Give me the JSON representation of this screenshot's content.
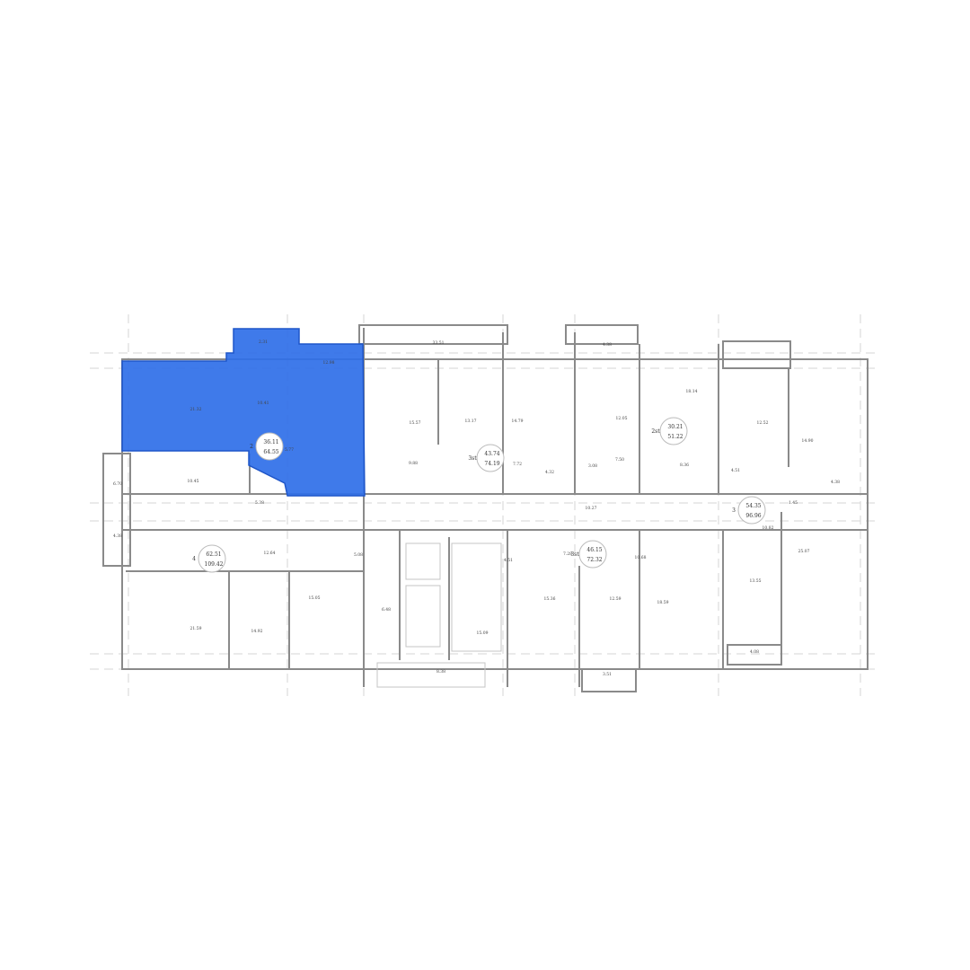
{
  "highlight_color": "#2f6fe8",
  "highlighted_apartment": {
    "rooms": 2,
    "living_area": "36.11",
    "total_area": "64.55"
  },
  "apartments": [
    {
      "rooms": "2",
      "living": "36.11",
      "total": "64.55"
    },
    {
      "rooms": "3st",
      "living": "43.74",
      "total": "74.19"
    },
    {
      "rooms": "2st",
      "living": "30.21",
      "total": "51.22"
    },
    {
      "rooms": "4",
      "living": "62.51",
      "total": "109.42"
    },
    {
      "rooms": "3st",
      "living": "46.15",
      "total": "72.32"
    },
    {
      "rooms": "3",
      "living": "54.35",
      "total": "96.96"
    }
  ],
  "room_areas": [
    "21.32",
    "10.41",
    "12.98",
    "5.77",
    "2.31",
    "15.57",
    "9.88",
    "13.17",
    "14.79",
    "7.72",
    "4.32",
    "12.05",
    "4.38",
    "18.14",
    "8.36",
    "3.08",
    "7.50",
    "10.27",
    "6.70",
    "10.45",
    "12.64",
    "21.59",
    "14.92",
    "15.05",
    "4.38",
    "5.38",
    "6.48",
    "15.09",
    "8.38",
    "33.51",
    "4.51",
    "7.28",
    "15.36",
    "12.59",
    "10.68",
    "18.59",
    "3.51",
    "13.55",
    "25.07",
    "4.08",
    "10.82",
    "1.45",
    "12.52",
    "14.90",
    "4.38",
    "4.51",
    "5.08"
  ]
}
